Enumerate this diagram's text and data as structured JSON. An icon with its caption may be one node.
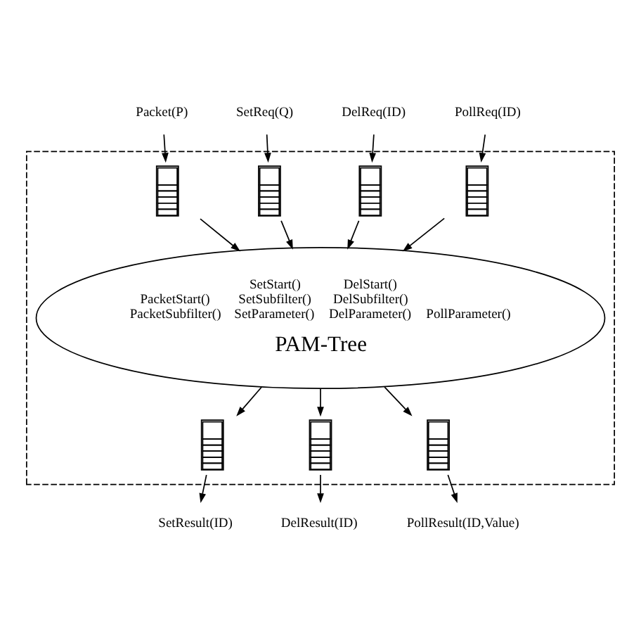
{
  "diagram": {
    "nodes": [
      {
        "text": [],
        "shape": "box"
      },
      {
        "text": [
          "Packet(P)"
        ]
      },
      {
        "text": [
          "SetReq(Q)"
        ]
      },
      {
        "text": [
          "DelReq(ID)"
        ]
      },
      {
        "text": [
          "PollReq(ID)"
        ]
      },
      {
        "text": [],
        "shape": "queue",
        "in": 0
      },
      {
        "text": [],
        "shape": "queue",
        "in": 0
      },
      {
        "text": [],
        "shape": "queue",
        "in": 0
      },
      {
        "text": [],
        "shape": "queue",
        "in": 0
      },
      {
        "text": [
          "PacketStart() PacketSubfilter()",
          "SetStart() SetSubfilter() SetParameter()",
          "DelStart() DelSubfilter() DelParameter()",
          "PollParameter()",
          "PAM-Tree"
        ],
        "in": 0
      },
      {
        "text": [],
        "shape": "queue",
        "in": 0
      },
      {
        "text": [],
        "shape": "queue",
        "in": 0
      },
      {
        "text": [],
        "shape": "queue",
        "in": 0
      },
      {
        "text": [
          "SetResult(ID)"
        ]
      },
      {
        "text": [
          "DelResult(ID)"
        ]
      },
      {
        "text": [
          "PollResult(ID,Value)"
        ]
      }
    ],
    "edges": [
      {
        "from": 1,
        "to": 5,
        "arrow": "to"
      },
      {
        "from": 2,
        "to": 6,
        "arrow": "to"
      },
      {
        "from": 3,
        "to": 7,
        "arrow": "to"
      },
      {
        "from": 4,
        "to": 8,
        "arrow": "to"
      },
      {
        "from": 5,
        "to": 9,
        "arrow": "to"
      },
      {
        "from": 6,
        "to": 9,
        "arrow": "to"
      },
      {
        "from": 7,
        "to": 9,
        "arrow": "to"
      },
      {
        "from": 8,
        "to": 9,
        "arrow": "to"
      },
      {
        "from": 9,
        "to": 10,
        "arrow": "to"
      },
      {
        "from": 9,
        "to": 11,
        "arrow": "to"
      },
      {
        "from": 9,
        "to": 12,
        "arrow": "to"
      },
      {
        "from": 10,
        "to": 13,
        "arrow": "to"
      },
      {
        "from": 11,
        "to": 14,
        "arrow": "to"
      },
      {
        "from": 12,
        "to": 15,
        "arrow": "to"
      }
    ]
  }
}
